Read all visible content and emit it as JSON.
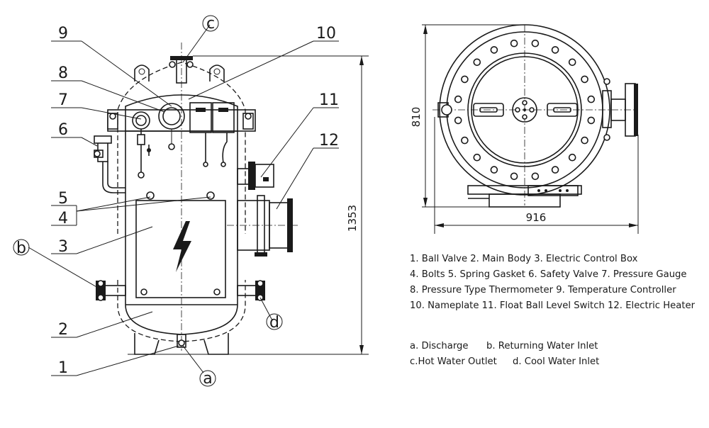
{
  "callouts": {
    "c1": "1",
    "c2": "2",
    "c3": "3",
    "c4": "4",
    "c5": "5",
    "c6": "6",
    "c7": "7",
    "c8": "8",
    "c9": "9",
    "c10": "10",
    "c11": "11",
    "c12": "12",
    "ca": "a",
    "cb": "b",
    "cc": "c",
    "cd": "d"
  },
  "dimensions": {
    "height_front": "1353",
    "height_top": "810",
    "width_top": "916"
  },
  "legend": {
    "line1": "1. Ball Valve  2. Main Body 3. Electric Control Box",
    "line2": "4. Bolts  5. Spring Gasket  6. Safety Valve  7. Pressure Gauge",
    "line3": "8. Pressure Type Thermometer  9. Temperature Controller",
    "line4": "10. Nameplate  11. Float Ball Level Switch  12. Electric Heater",
    "line5a": "a. Discharge",
    "line5b": "b. Returning Water Inlet",
    "line6a": "c.Hot Water Outlet",
    "line6b": "d. Cool Water Inlet"
  },
  "icons": {
    "lightning": "lightning-icon"
  },
  "colors": {
    "line": "#1a1a1a",
    "background": "#ffffff"
  }
}
